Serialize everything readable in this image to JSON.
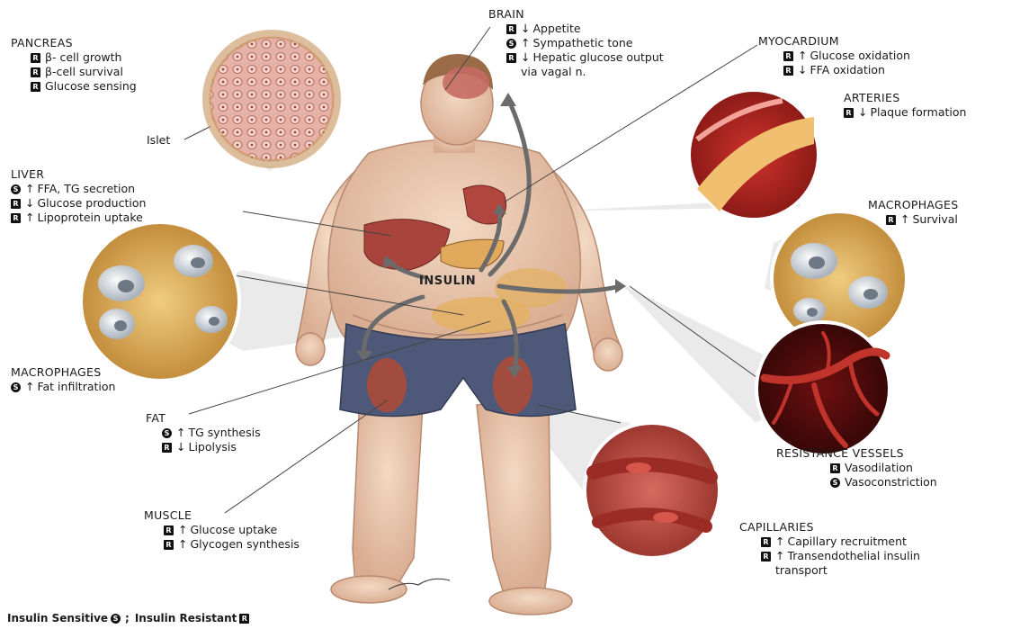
{
  "insulin_label": "INSULIN",
  "legend": {
    "sensitive_text": "Insulin Sensitive",
    "separator": ";",
    "resistant_text": "Insulin Resistant"
  },
  "organs": {
    "pancreas": {
      "title": "PANCREAS",
      "items": [
        {
          "badge": "R",
          "arrow": "",
          "text": "β- cell growth"
        },
        {
          "badge": "R",
          "arrow": "",
          "text": "β-cell survival"
        },
        {
          "badge": "R",
          "arrow": "",
          "text": "Glucose sensing"
        }
      ]
    },
    "islet": {
      "title": "Islet"
    },
    "brain": {
      "title": "BRAIN",
      "items": [
        {
          "badge": "R",
          "arrow": "↓",
          "text": "Appetite"
        },
        {
          "badge": "S",
          "arrow": "↑",
          "text": "Sympathetic tone"
        },
        {
          "badge": "R",
          "arrow": "↓",
          "text": "Hepatic glucose output"
        },
        {
          "badge": "",
          "arrow": "",
          "text": "via vagal n."
        }
      ]
    },
    "myocardium": {
      "title": "MYOCARDIUM",
      "items": [
        {
          "badge": "R",
          "arrow": "↑",
          "text": "Glucose oxidation"
        },
        {
          "badge": "R",
          "arrow": "↓",
          "text": "FFA oxidation"
        }
      ]
    },
    "arteries": {
      "title": "ARTERIES",
      "items": [
        {
          "badge": "R",
          "arrow": "↓",
          "text": "Plaque formation"
        }
      ]
    },
    "liver": {
      "title": "LIVER",
      "items": [
        {
          "badge": "S",
          "arrow": "↑",
          "text": "FFA, TG secretion"
        },
        {
          "badge": "R",
          "arrow": "↓",
          "text": "Glucose production"
        },
        {
          "badge": "R",
          "arrow": "↑",
          "text": "Lipoprotein uptake"
        }
      ]
    },
    "macrophages_right": {
      "title": "MACROPHAGES",
      "items": [
        {
          "badge": "R",
          "arrow": "↑",
          "text": "Survival"
        }
      ]
    },
    "macrophages_left": {
      "title": "MACROPHAGES",
      "items": [
        {
          "badge": "S",
          "arrow": "↑",
          "text": "Fat infiltration"
        }
      ]
    },
    "fat": {
      "title": "FAT",
      "items": [
        {
          "badge": "S",
          "arrow": "↑",
          "text": "TG synthesis"
        },
        {
          "badge": "R",
          "arrow": "↓",
          "text": "Lipolysis"
        }
      ]
    },
    "resistance_vessels": {
      "title": "RESISTANCE VESSELS",
      "items": [
        {
          "badge": "R",
          "arrow": "",
          "text": "Vasodilation"
        },
        {
          "badge": "S",
          "arrow": "",
          "text": "Vasoconstriction"
        }
      ]
    },
    "muscle": {
      "title": "MUSCLE",
      "items": [
        {
          "badge": "R",
          "arrow": "↑",
          "text": "Glucose uptake"
        },
        {
          "badge": "R",
          "arrow": "↑",
          "text": "Glycogen synthesis"
        }
      ]
    },
    "capillaries": {
      "title": "CAPILLARIES",
      "items": [
        {
          "badge": "R",
          "arrow": "↑",
          "text": "Capillary recruitment"
        },
        {
          "badge": "R",
          "arrow": "↑",
          "text": "Transendothelial insulin"
        },
        {
          "badge": "",
          "arrow": "",
          "text": "transport"
        }
      ]
    }
  },
  "badge_glyphs": {
    "R": "R",
    "S": "S"
  },
  "colors": {
    "skin": "#e9c9b0",
    "shorts": "#4e5878",
    "organ": "#a8443c",
    "fat": "#d9a85a",
    "vessel": "#b02a26"
  }
}
